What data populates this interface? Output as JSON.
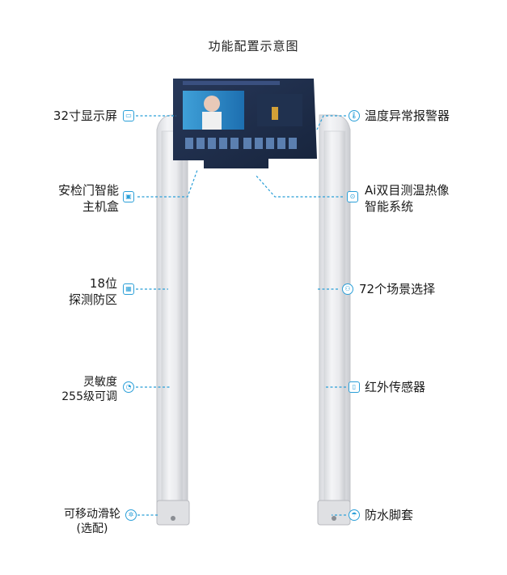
{
  "title": "功能配置示意图",
  "labels": {
    "screen": "32寸显示屏",
    "alarm": "温度异常报警器",
    "box_line1": "安检门智能",
    "box_line2": "主机盒",
    "thermal_line1": "Ai双目测温热像",
    "thermal_line2": "智能系统",
    "zones_line1": "18位",
    "zones_line2": "探测防区",
    "scenes": "72个场景选择",
    "sens_line1": "灵敏度",
    "sens_line2": "255级可调",
    "infrared": "红外传感器",
    "wheel_line1": "可移动滑轮",
    "wheel_line2": "(选配)",
    "foot": "防水脚套"
  },
  "icons": {
    "screen": "monitor-icon",
    "alarm": "thermometer-icon",
    "box": "host-box-icon",
    "thermal": "dual-camera-icon",
    "zones": "grid-zones-icon",
    "scenes": "people-icon",
    "sens": "sensitivity-icon",
    "infrared": "sensor-icon",
    "wheel": "wheel-icon",
    "foot": "umbrella-icon"
  },
  "colors": {
    "accent": "#2a9fd8",
    "panel": "#1f3050",
    "frame": "#e6e7ea"
  }
}
